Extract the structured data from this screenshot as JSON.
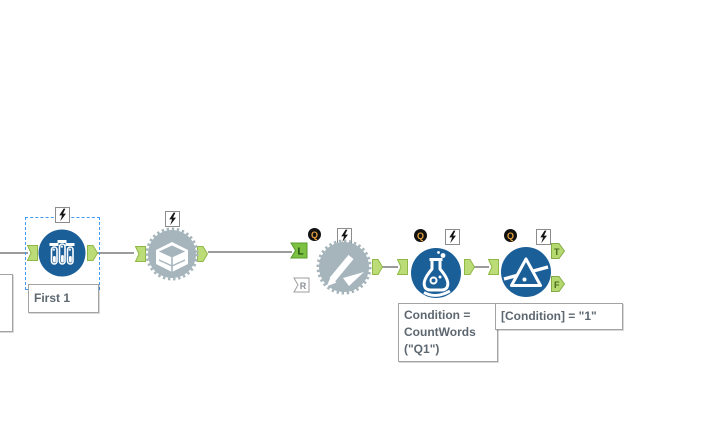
{
  "workflow": {
    "annotations": {
      "sample": "First 1",
      "formula_lines": [
        "Condition =",
        "CountWords",
        "(\"Q1\")"
      ],
      "filter": "[Condition] = \"1\""
    },
    "anchor_labels": {
      "q": "Q",
      "l": "L",
      "r": "R",
      "t": "T",
      "f": "F"
    },
    "colors": {
      "tool_blue": "#1b5f99",
      "gear_gray": "#a6b5bc",
      "anchor_green_fill": "#bcdc78",
      "anchor_green_border": "#8fb944",
      "connected_anchor_green": "#7cc142",
      "wire_gray": "#9b9b9b",
      "selection_blue": "#3f9bf4",
      "annotation_text": "#5d6770",
      "q_anchor_orange": "#e8a33d"
    }
  }
}
